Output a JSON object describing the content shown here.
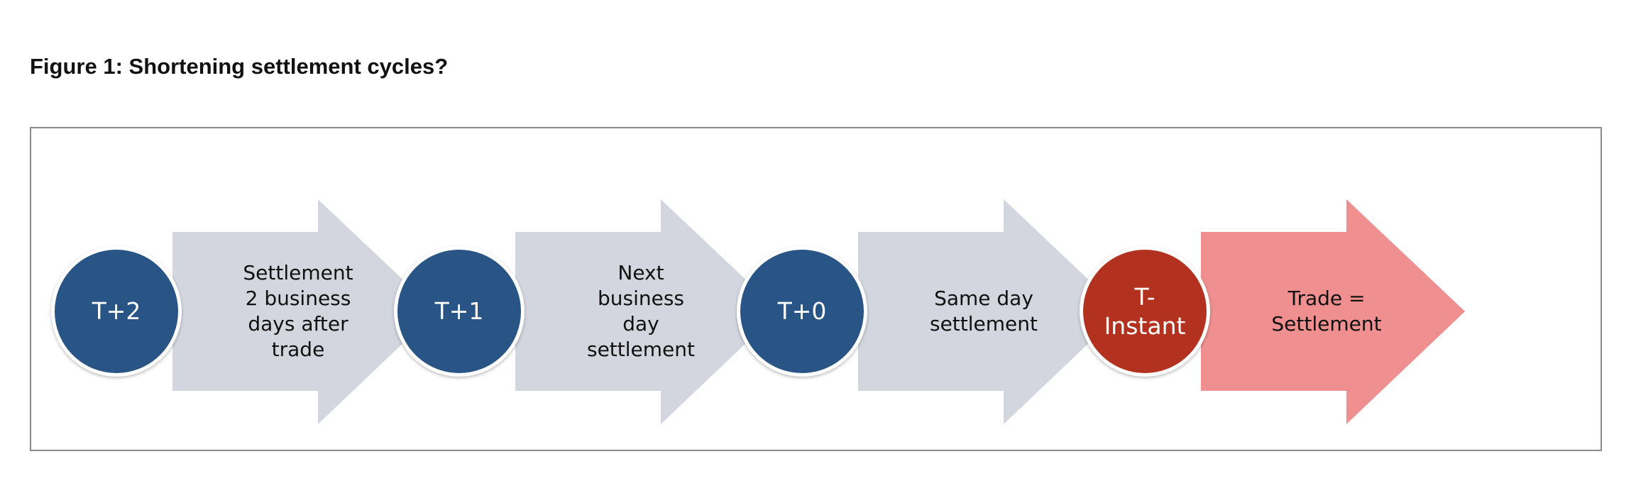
{
  "figure": {
    "title": "Figure 1: Shortening settlement cycles?"
  },
  "steps": [
    {
      "label_lines": [
        "T+2"
      ],
      "desc_lines": [
        "Settlement",
        "2 business",
        "days after",
        "trade"
      ],
      "circle_color": "#285486",
      "arrow_color": "#D3D6DE"
    },
    {
      "label_lines": [
        "T+1"
      ],
      "desc_lines": [
        "Next",
        "business",
        "day",
        "settlement"
      ],
      "circle_color": "#285486",
      "arrow_color": "#D3D6DE"
    },
    {
      "label_lines": [
        "T+0"
      ],
      "desc_lines": [
        "Same day",
        "settlement"
      ],
      "circle_color": "#285486",
      "arrow_color": "#D3D6DE"
    },
    {
      "label_lines": [
        "T-",
        "Instant"
      ],
      "desc_lines": [
        "Trade =",
        "Settlement"
      ],
      "circle_color": "#B3321F",
      "arrow_color": "#EF8F8F"
    }
  ]
}
